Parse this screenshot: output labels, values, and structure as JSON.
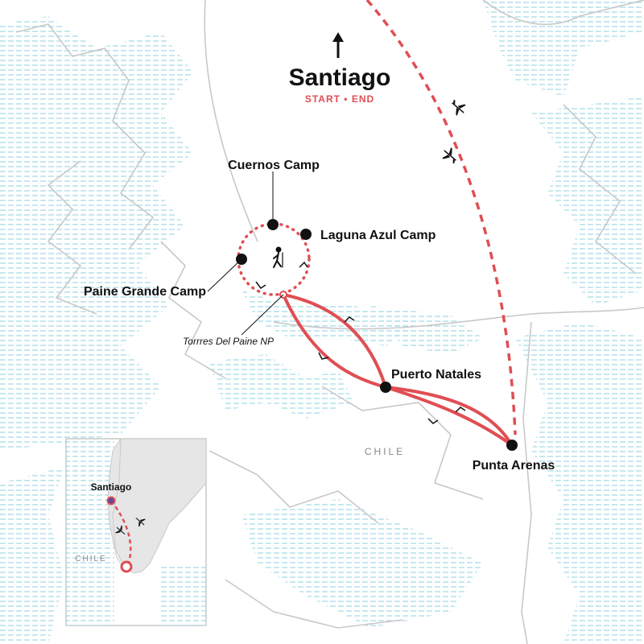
{
  "title": {
    "city": "Santiago",
    "subtitle": "START • END"
  },
  "country_label": "CHILE",
  "park_label": "Torrres Del Paine NP",
  "stops": [
    {
      "id": "cuernos",
      "name": "Cuernos Camp"
    },
    {
      "id": "laguna",
      "name": "Laguna Azul Camp"
    },
    {
      "id": "paine",
      "name": "Paine Grande Camp"
    },
    {
      "id": "natales",
      "name": "Puerto Natales"
    },
    {
      "id": "arenas",
      "name": "Punta Arenas"
    }
  ],
  "inset": {
    "city": "Santiago",
    "country": "CHILE"
  },
  "icons": [
    "north-arrow-icon",
    "plane-icon",
    "hiker-icon",
    "direction-chevron-icon"
  ],
  "colors": {
    "route": "#e04e53",
    "water_lines": "#9fd9e4",
    "coast": "#c8c8c8",
    "land_inset": "#e6e6e6",
    "text": "#111111",
    "inset_border": "#bbbbbb",
    "santiago_dot": "#5b4a9e"
  }
}
